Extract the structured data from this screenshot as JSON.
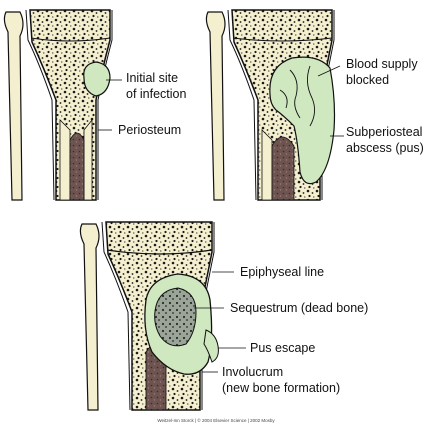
{
  "colors": {
    "bone": "#f4efcf",
    "spongy_dots": "#1a1a1a",
    "marrow": "#6e5450",
    "infection": "#cfe8bf",
    "outline": "#111111"
  },
  "panels": [
    {
      "id": "initial",
      "labels": [
        {
          "key": "initial_site",
          "lines": [
            "Initial site",
            "of infection"
          ]
        },
        {
          "key": "periosteum",
          "lines": [
            "Periosteum"
          ]
        }
      ]
    },
    {
      "id": "blocked",
      "labels": [
        {
          "key": "blood_supply",
          "lines": [
            "Blood supply",
            "blocked"
          ]
        },
        {
          "key": "subperiosteal",
          "lines": [
            "Subperiosteal",
            "abscess (pus)"
          ]
        }
      ]
    },
    {
      "id": "chronic",
      "labels": [
        {
          "key": "epiphyseal",
          "lines": [
            "Epiphyseal line"
          ]
        },
        {
          "key": "sequestrum",
          "lines": [
            "Sequestrum (dead bone)"
          ]
        },
        {
          "key": "pus_escape",
          "lines": [
            "Pus escape"
          ]
        },
        {
          "key": "involucrum",
          "lines": [
            "Involucrum",
            "(new bone formation)"
          ]
        }
      ]
    }
  ],
  "credit": "Weitzel-Inn Storck | © 2004 Elsevier Science | 2002 Mosby"
}
